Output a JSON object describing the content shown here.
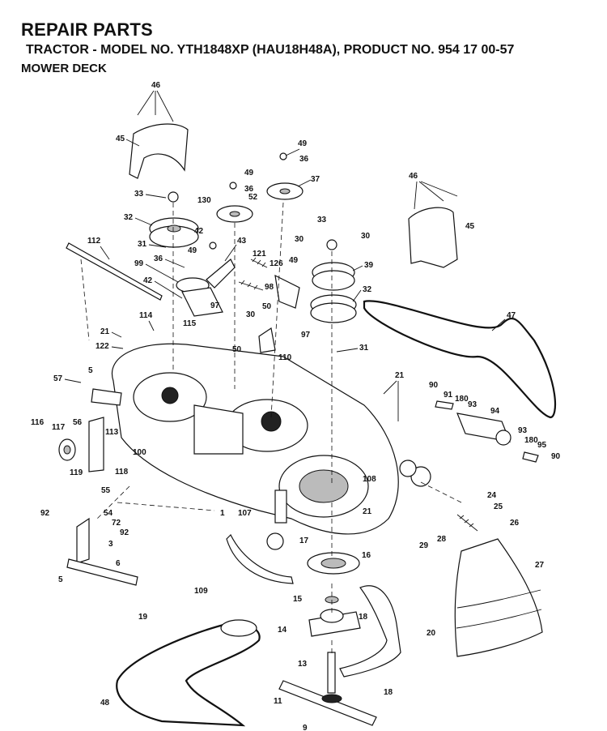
{
  "header": {
    "title": "REPAIR PARTS",
    "subtitle": "TRACTOR - MODEL NO.   YTH1848XP (HAU18H48A), PRODUCT NO. 954 17 00-57",
    "section": "MOWER DECK"
  },
  "callouts": [
    "46",
    "45",
    "49",
    "36",
    "37",
    "33",
    "130",
    "52",
    "49",
    "36",
    "32",
    "42",
    "43",
    "112",
    "31",
    "121",
    "49",
    "36",
    "99",
    "126",
    "98",
    "42",
    "97",
    "115",
    "114",
    "21",
    "122",
    "50",
    "30",
    "50",
    "97",
    "110",
    "31",
    "39",
    "32",
    "47",
    "30",
    "33",
    "30",
    "49",
    "46",
    "45",
    "21",
    "57",
    "5",
    "90",
    "91",
    "180",
    "93",
    "94",
    "116",
    "117",
    "56",
    "113",
    "119",
    "118",
    "100",
    "93",
    "180",
    "95",
    "90",
    "108",
    "55",
    "92",
    "54",
    "72",
    "92",
    "3",
    "107",
    "1",
    "21",
    "24",
    "25",
    "26",
    "28",
    "29",
    "27",
    "17",
    "16",
    "5",
    "6",
    "109",
    "15",
    "19",
    "18",
    "14",
    "20",
    "13",
    "18",
    "48",
    "11",
    "9"
  ]
}
